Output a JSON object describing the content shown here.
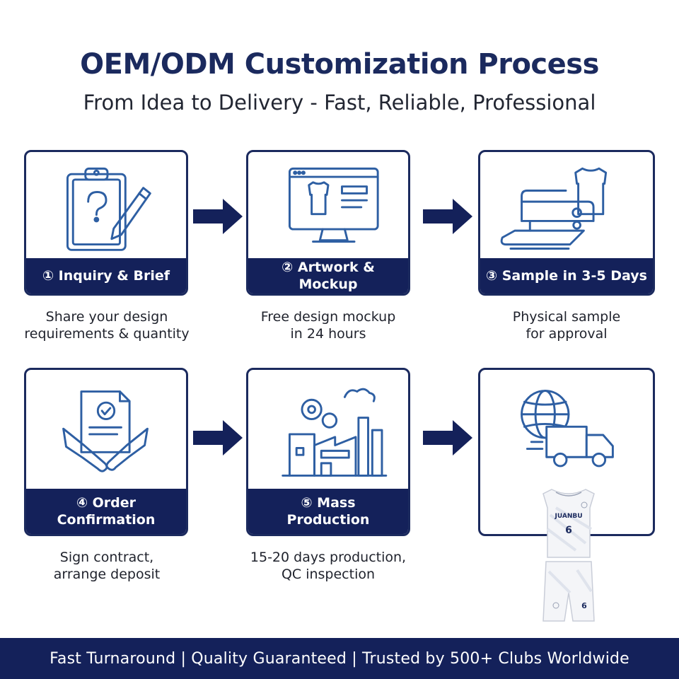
{
  "header": {
    "title": "OEM/ODM Customization Process",
    "subtitle": "From Idea to Delivery - Fast, Reliable, Professional"
  },
  "steps": [
    {
      "label": "① Inquiry & Brief",
      "desc": [
        "Share your design",
        "requirements & quantity"
      ],
      "icon": "clipboard-question-icon"
    },
    {
      "label": "② Artwork & Mockup",
      "desc": [
        "Free design mockup",
        "in 24 hours"
      ],
      "icon": "monitor-mockup-icon"
    },
    {
      "label": "③ Sample in 3-5 Days",
      "desc": [
        "Physical sample",
        "for approval"
      ],
      "icon": "sewing-machine-icon"
    },
    {
      "label": [
        "④ Order",
        "Confirmation"
      ],
      "desc": [
        "Sign contract,",
        "arrange deposit"
      ],
      "icon": "handshake-contract-icon"
    },
    {
      "label": [
        "⑤ Mass",
        "Production"
      ],
      "desc": [
        "15-20 days production,",
        "QC inspection"
      ],
      "icon": "factory-icon"
    },
    {
      "icon": "globe-delivery-truck-icon"
    }
  ],
  "product": {
    "brand": "JUANBU",
    "number": "6"
  },
  "footer": {
    "text": "Fast Turnaround | Quality Guaranteed | Trusted by 500+ Clubs Worldwide"
  },
  "colors": {
    "navy": "#14215a",
    "icon_blue": "#2e5fa3",
    "text_dark": "#1f222c"
  }
}
